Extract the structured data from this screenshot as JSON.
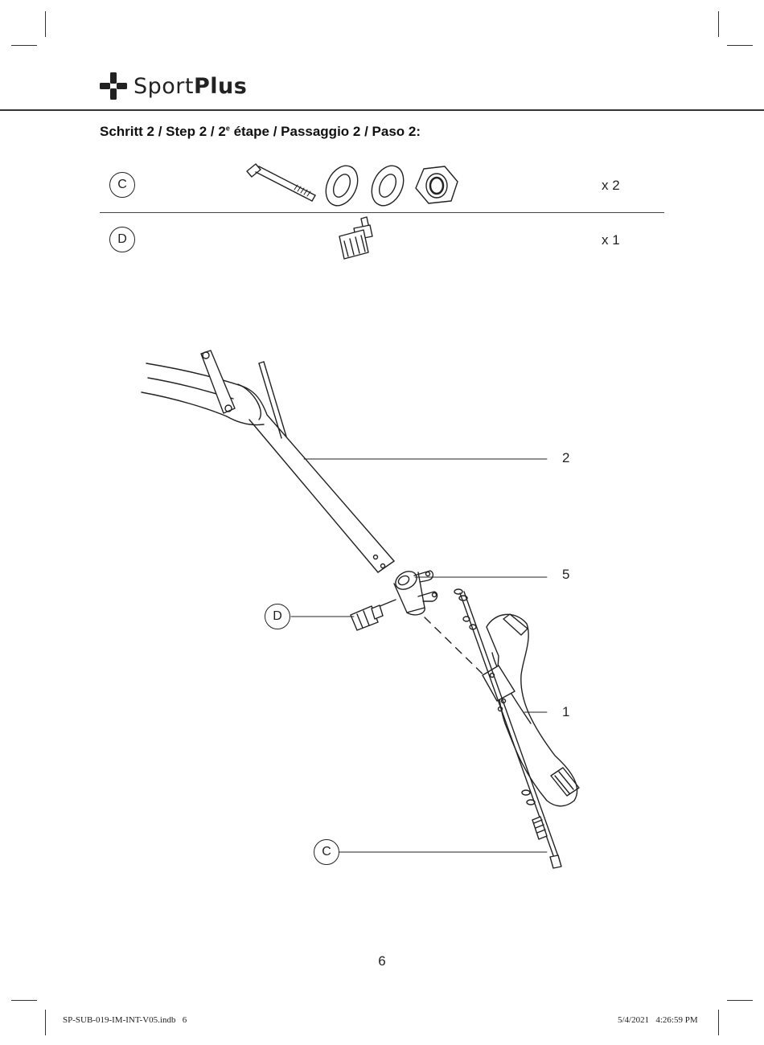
{
  "brand": {
    "name_light": "Sport",
    "name_bold": "Plus"
  },
  "step": {
    "title_before_sup": "Schritt 2 / Step 2 / 2",
    "title_sup": "e",
    "title_after_sup": " étape / Passaggio 2 / Paso 2:"
  },
  "parts": [
    {
      "letter": "C",
      "quantity": "x 2"
    },
    {
      "letter": "D",
      "quantity": "x 1"
    }
  ],
  "callouts": {
    "part_2": "2",
    "part_5": "5",
    "part_1": "1",
    "hardware_d": "D",
    "hardware_c": "C"
  },
  "page_number": "6",
  "slug": {
    "file": "SP-SUB-019-IM-INT-V05.indb   6",
    "timestamp": "5/4/2021   4:26:59 PM"
  },
  "colors": {
    "ink": "#222222",
    "background": "#ffffff"
  }
}
